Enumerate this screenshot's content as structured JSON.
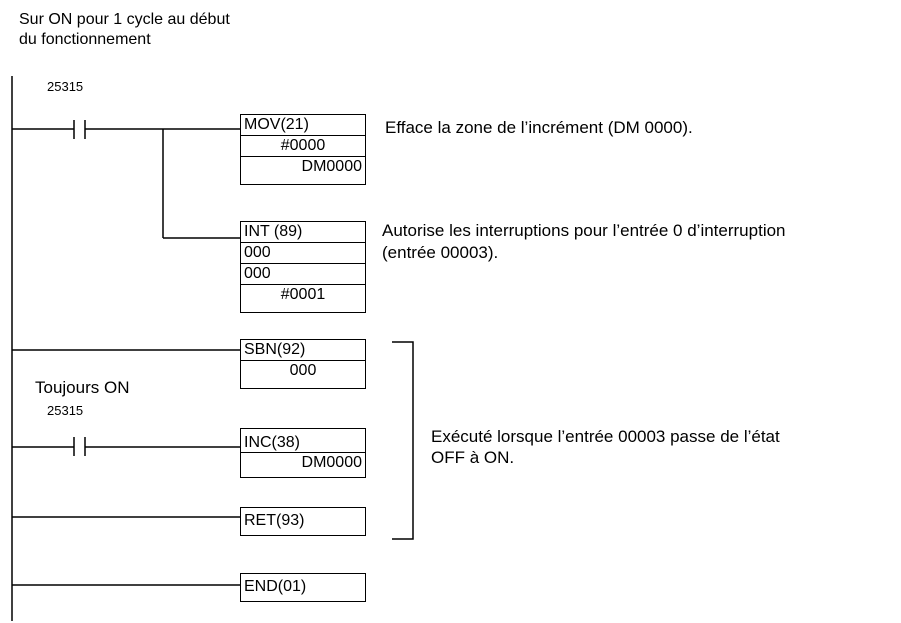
{
  "header": {
    "line1": "Sur ON pour 1 cycle au début",
    "line2": "du fonctionnement"
  },
  "contacts": {
    "first": "25315",
    "always_on_label": "Toujours ON",
    "second": "25315"
  },
  "instructions": {
    "mov": {
      "op": "MOV(21)",
      "arg1": "#0000",
      "arg2": "DM0000"
    },
    "int": {
      "op": "INT (89)",
      "arg1": "000",
      "arg2": "000",
      "arg3": "#0001"
    },
    "sbn": {
      "op": "SBN(92)",
      "arg1": "000"
    },
    "inc": {
      "op": "INC(38)",
      "arg1": "DM0000"
    },
    "ret": {
      "op": "RET(93)"
    },
    "end": {
      "op": "END(01)"
    }
  },
  "notes": {
    "mov": "Efface la zone de l’incrément (DM 0000).",
    "int_line1": "Autorise les interruptions pour l’entrée 0 d’interruption",
    "int_line2": "(entrée 00003).",
    "sub_line1": "Exécuté lorsque l’entrée 00003 passe de l’état",
    "sub_line2": "OFF à ON."
  }
}
